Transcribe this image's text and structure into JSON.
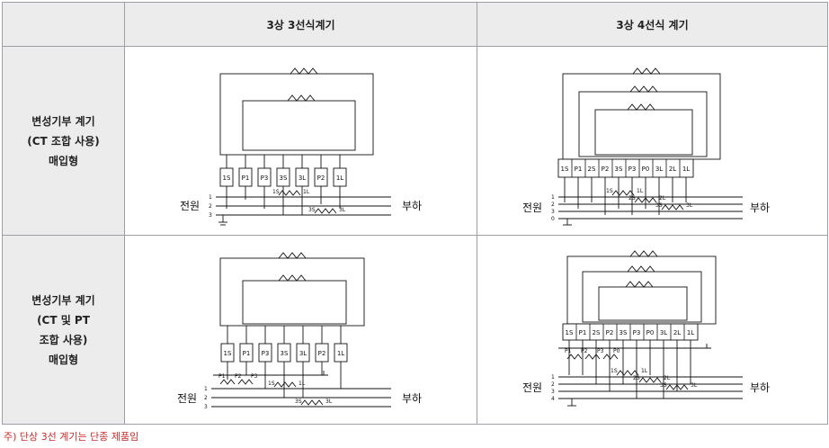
{
  "table": {
    "headers": [
      "3상 3선식계기",
      "3상 4선식 계기"
    ],
    "rows": [
      {
        "label_lines": [
          "변성기부 계기",
          "(CT 조합 사용)",
          "매입형"
        ]
      },
      {
        "label_lines": [
          "변성기부 계기",
          "(CT 및 PT",
          "조합 사용)",
          "매입형"
        ]
      }
    ]
  },
  "diagrams": {
    "source_label": "전원",
    "load_label": "부하",
    "three_wire_terminals": [
      "1S",
      "P1",
      "P3",
      "3S",
      "3L",
      "P2",
      "1L"
    ],
    "four_wire_terminals": [
      "1S",
      "P1",
      "2S",
      "P2",
      "3S",
      "P3",
      "P0",
      "3L",
      "2L",
      "1L"
    ],
    "three_wire_line_numbers": [
      "1",
      "2",
      "3"
    ],
    "four_wire_line_numbers": [
      "1",
      "2",
      "3",
      "0"
    ],
    "four_wire_pt_line_numbers": [
      "1",
      "2",
      "3",
      "4"
    ],
    "ct_labels": {
      "s1": "1S",
      "l1": "1L",
      "s2": "2S",
      "l2": "2L",
      "s3": "3S",
      "l3": "3L"
    },
    "pt_labels": [
      "P1",
      "P2",
      "P3",
      "P0"
    ]
  },
  "footnote": "주) 단상 3선 계기는 단종 제품임"
}
